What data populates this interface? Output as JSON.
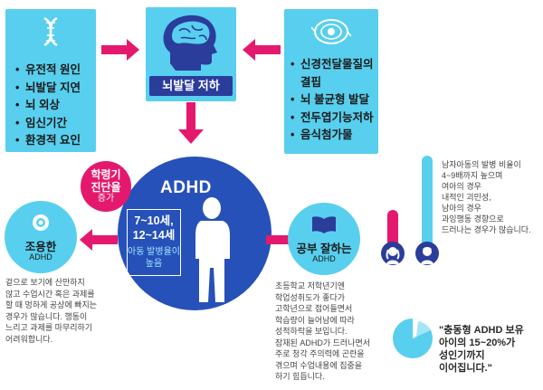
{
  "left_box": {
    "items": [
      "유전적 원인",
      "뇌발달 지연",
      "뇌 외상",
      "임신기간",
      "환경적 요인"
    ]
  },
  "right_box": {
    "items": [
      "신경전달물질의",
      "결핍",
      "뇌 불균형 발달",
      "전두엽기능저하",
      "음식첨가물"
    ]
  },
  "center_top": {
    "label": "뇌발달 저하"
  },
  "adhd": {
    "title": "ADHD",
    "age_line1": "7~10세,",
    "age_line2": "12~14세",
    "note_line1": "아동 발병율이",
    "note_line2": "높음"
  },
  "badge": {
    "line1": "학령기",
    "line2": "진단율",
    "line3": "증가"
  },
  "left_type": {
    "title": "조용한",
    "sub": "ADHD",
    "desc": [
      "겉으로 보기에 산만하지",
      "않고 수업시간 혹은 과제를",
      "할 때 멍하게 공상에 빠지는",
      "경우가 많습니다. 행동이",
      "느리고 과제를 마무리하기",
      "어려워합니다."
    ]
  },
  "right_type": {
    "title": "공부 잘하는",
    "sub": "ADHD",
    "desc": [
      "초등학교 저학년기엔",
      "학업성취도가 좋다가",
      "고학년으로 접어들면서",
      "학습량이 늘어남에 따라",
      "성적하락을 보입니다.",
      "잠재된 ADHD가 드러나면서",
      "주로 청각 주의력에 곤란을",
      "겪으며 수업내용에 집중을",
      "하기 힘듭니다."
    ]
  },
  "gender": {
    "text": [
      "남자아동의 발병 비율이",
      "4~9배까지 높으며",
      "여아의 경우",
      "내적인 괴민성,",
      "남아의 경우",
      "과잉행동 경향으로",
      "드러나는 경우가 많습니다."
    ]
  },
  "quote": {
    "lines": [
      "\"충동형 ADHD 보유",
      "아이의 15~20%가",
      "성인기까지",
      "이어집니다.\""
    ]
  },
  "colors": {
    "cyan": "#58cfee",
    "navy": "#2a3d9b",
    "blue": "#2651b8",
    "pink": "#e4196d"
  }
}
